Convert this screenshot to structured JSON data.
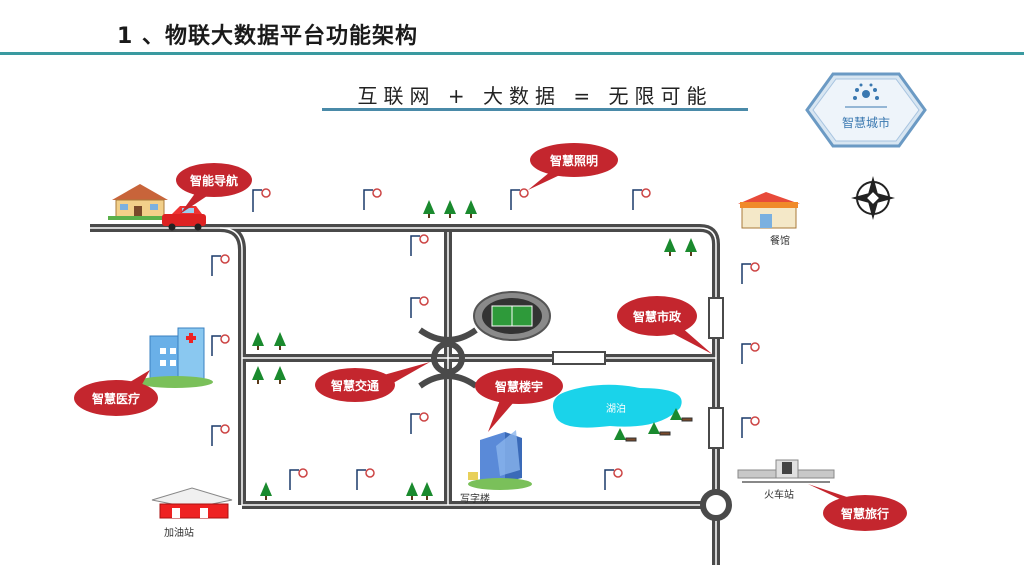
{
  "title": "1 、物联大数据平台功能架构",
  "formula": "互联网 + 大数据 = 无限可能",
  "badge": {
    "label": "智慧城市"
  },
  "bubbles": {
    "navigation": "智能导航",
    "lighting": "智慧照明",
    "municipal": "智慧市政",
    "medical": "智慧医疗",
    "traffic": "智慧交通",
    "building": "智慧楼宇",
    "travel": "智慧旅行"
  },
  "places": {
    "restaurant": "餐馆",
    "office": "写字楼",
    "gas_station": "加油站",
    "train_station": "火车站",
    "lake": "湖泊"
  },
  "colors": {
    "accent": "#3a9aa0",
    "bubble": "#c4262e",
    "road": "#4a4a4a",
    "lake": "#1ad3ea",
    "tree": "#1a8a2e"
  }
}
